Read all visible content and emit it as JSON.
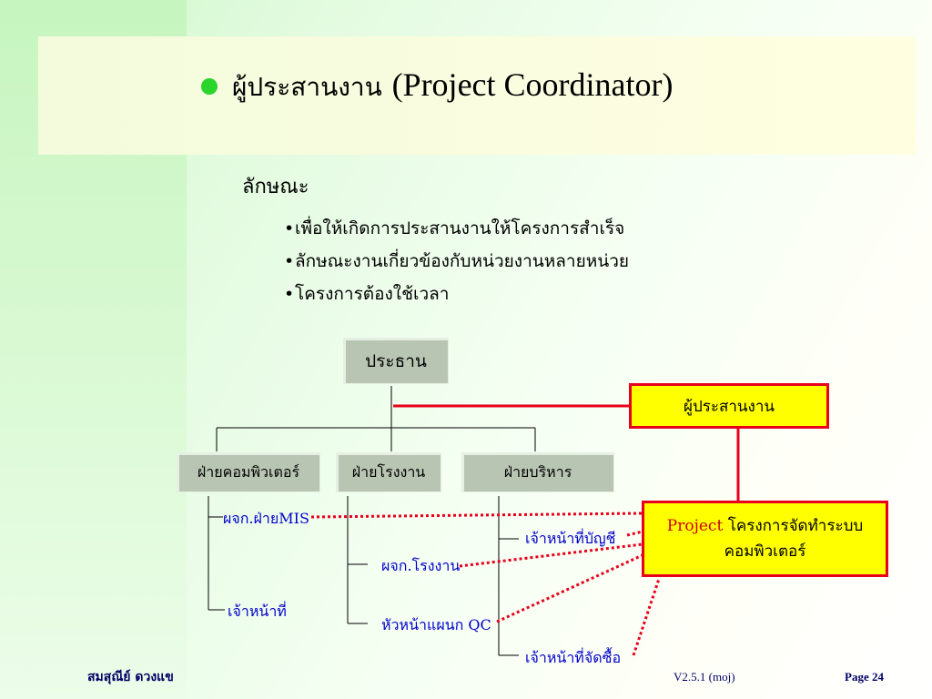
{
  "slide": {
    "title_thai": "ผู้ประสานงาน",
    "title_en": "(Project Coordinator)",
    "subheading": "ลักษณะ",
    "bullets": [
      "เพื่อให้เกิดการประสานงานให้โครงการสำเร็จ",
      "ลักษณะงานเกี่ยวข้องกับหน่วยงานหลายหน่วย",
      "โครงการต้องใช้เวลา"
    ]
  },
  "orgchart": {
    "chairman": "ประธาน",
    "coordinator": "ผู้ประสานงาน",
    "departments": [
      "ฝ่ายคอมพิวเตอร์",
      "ฝ่ายโรงงาน",
      "ฝ่ายบริหาร"
    ],
    "computer_staff": [
      "ผจก.ฝ่ายMIS",
      "เจ้าหน้าที่"
    ],
    "factory_staff": [
      "ผจก.โรงงาน",
      "หัวหน้าแผนก QC"
    ],
    "admin_staff": [
      "เจ้าหน้าที่บัญชี",
      "เจ้าหน้าที่จัดซื้อ"
    ],
    "project_prefix": "Project",
    "project_line1": "โครงการจัดทำระบบ",
    "project_line2": "คอมพิวเตอร์"
  },
  "footer": {
    "author": "สมสุณีย์  ดวงแข",
    "version": "V2.5.1 (moj)",
    "page": "Page 24"
  },
  "colors": {
    "bullet": "#2bd52b",
    "connector_red": "#e8001b",
    "staff_text": "#0000cc",
    "coordinator_fill": "#ffff00",
    "dept_fill": "#b9c5b3"
  }
}
